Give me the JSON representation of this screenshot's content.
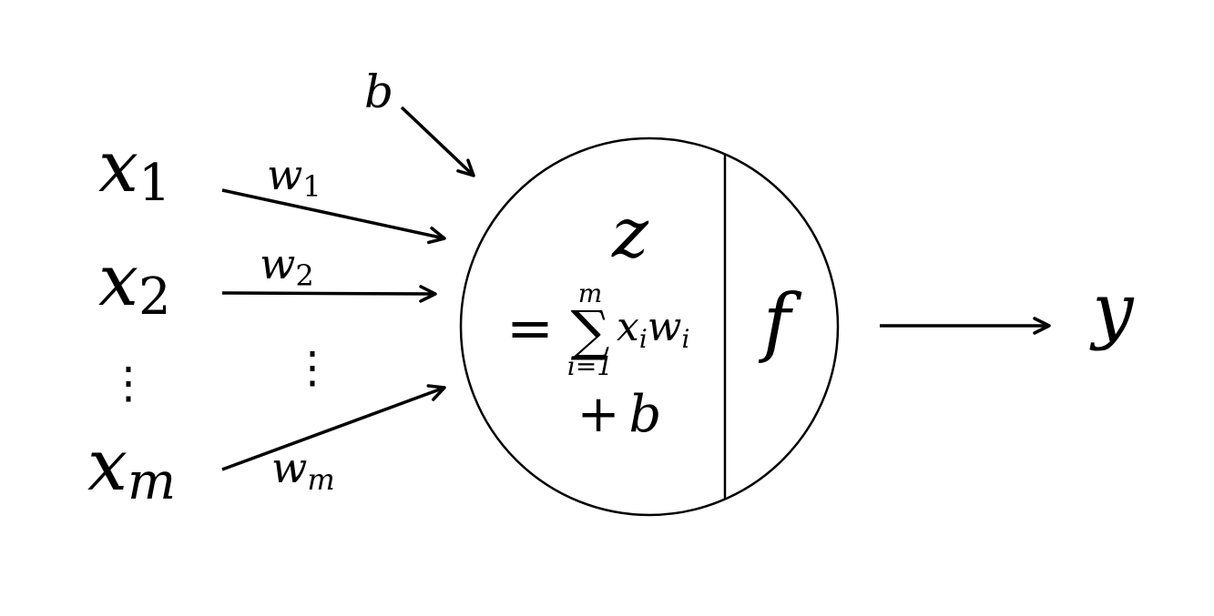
{
  "inputs": [
    {
      "var": "x",
      "sub": "1",
      "weight_var": "w",
      "weight_sub": "1"
    },
    {
      "var": "x",
      "sub": "2",
      "weight_var": "w",
      "weight_sub": "2"
    },
    {
      "var": "x",
      "sub": "m",
      "weight_var": "w",
      "weight_sub": "m"
    }
  ],
  "bias": "b",
  "ellipsis": "⋮",
  "neuron": {
    "z": "z",
    "eq": "=",
    "sum_symbol": "∑",
    "sum_upper": "m",
    "sum_lower": "i=1",
    "term_x": "x",
    "term_x_sub": "i",
    "term_w": "w",
    "term_w_sub": "i",
    "plus": "+",
    "plus_b": "b",
    "activation": "f"
  },
  "output": "y"
}
